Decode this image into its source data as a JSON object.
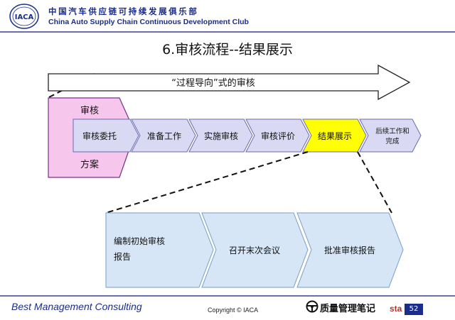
{
  "header": {
    "logo_text": "IACA",
    "org_name_cn": "中国汽车供应链可持续发展俱乐部",
    "org_name_en": "China Auto Supply Chain Continuous Development Club"
  },
  "slide": {
    "title": "6.审核流程--结果展示",
    "arrow_label": "“过程导向”式的审核",
    "plan_top": "审核",
    "plan_bottom": "方案",
    "steps": [
      "审核委托",
      "准备工作",
      "实施审核",
      "审核评价",
      "结果展示"
    ],
    "last_step": [
      "后续工作和",
      "完成"
    ],
    "detail_steps": [
      [
        "编制初始审核",
        "报告"
      ],
      [
        "召开末次会议"
      ],
      [
        "批准审核报告"
      ]
    ]
  },
  "footer": {
    "left": "Best Management Consulting",
    "copyright": "Copyright © IACA",
    "page_number": "52"
  },
  "watermark": {
    "brand": "质量管理笔记",
    "site": "sta"
  },
  "colors": {
    "brand_blue": "#1a2d8a",
    "step_fill": "#d9d9f3",
    "plan_fill": "#f6c6ec",
    "highlight_fill": "#ffff00",
    "detail_fill": "#d7e6f6"
  }
}
